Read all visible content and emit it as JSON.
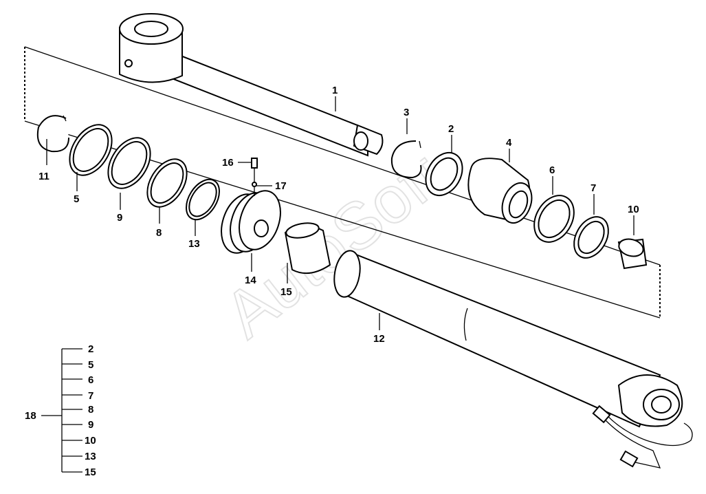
{
  "callouts": {
    "c1": "1",
    "c2": "2",
    "c3": "3",
    "c4": "4",
    "c5": "5",
    "c6": "6",
    "c7": "7",
    "c8": "8",
    "c9": "9",
    "c10": "10",
    "c11": "11",
    "c12": "12",
    "c13": "13",
    "c14": "14",
    "c15": "15",
    "c16": "16",
    "c17": "17"
  },
  "kit": {
    "label": "18",
    "items": [
      "2",
      "5",
      "6",
      "7",
      "8",
      "9",
      "10",
      "13",
      "15"
    ]
  },
  "watermark": "AutoSoft"
}
